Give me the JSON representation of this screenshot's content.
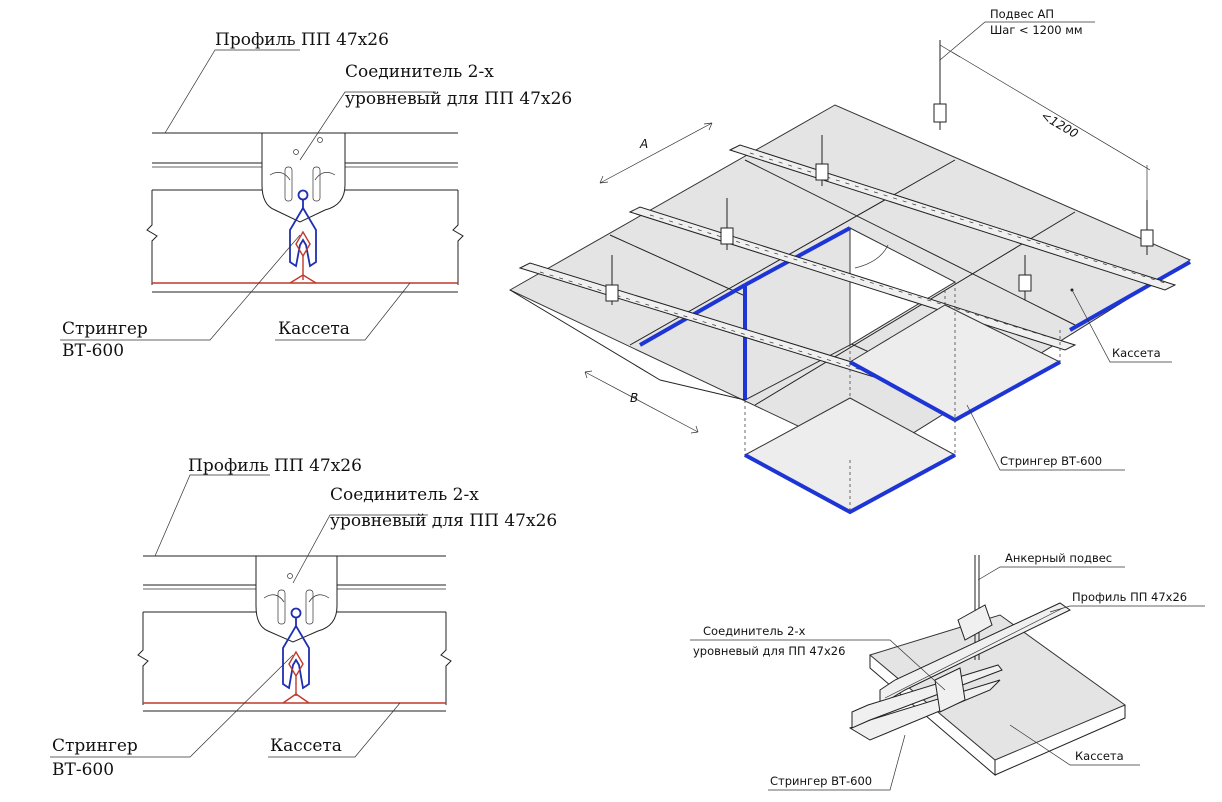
{
  "detail_top": {
    "profile_label": "Профиль ПП 47х26",
    "connector_line1": "Соединитель 2-х",
    "connector_line2": "уровневый для ПП 47х26",
    "stringer_line1": "Стрингер",
    "stringer_line2": "ВТ-600",
    "cassette_label": "Кассета"
  },
  "detail_bottom": {
    "profile_label": "Профиль ПП 47х26",
    "connector_line1": "Соединитель 2-х",
    "connector_line2": "уровневый для ПП 47х26",
    "stringer_line1": "Стрингер",
    "stringer_line2": "ВТ-600",
    "cassette_label": "Кассета"
  },
  "isometric": {
    "hanger_line1": "Подвес АП",
    "hanger_line2": "Шаг < 1200 мм",
    "dim_spacing": "<1200",
    "dim_a": "A",
    "dim_b": "B",
    "cassette_label": "Кассета",
    "stringer_label": "Стрингер ВТ-600"
  },
  "node_detail": {
    "anchor_label": "Анкерный подвес",
    "profile_label": "Профиль ПП 47х26",
    "connector_line1": "Соединитель 2-х",
    "connector_line2": "уровневый для ПП 47х26",
    "cassette_label": "Кассета",
    "stringer_label": "Стрингер ВТ-600"
  },
  "colors": {
    "stringer_blue": "#1e35d6",
    "cassette_red": "#c0392b",
    "panel_gray": "#e4e4e4"
  }
}
